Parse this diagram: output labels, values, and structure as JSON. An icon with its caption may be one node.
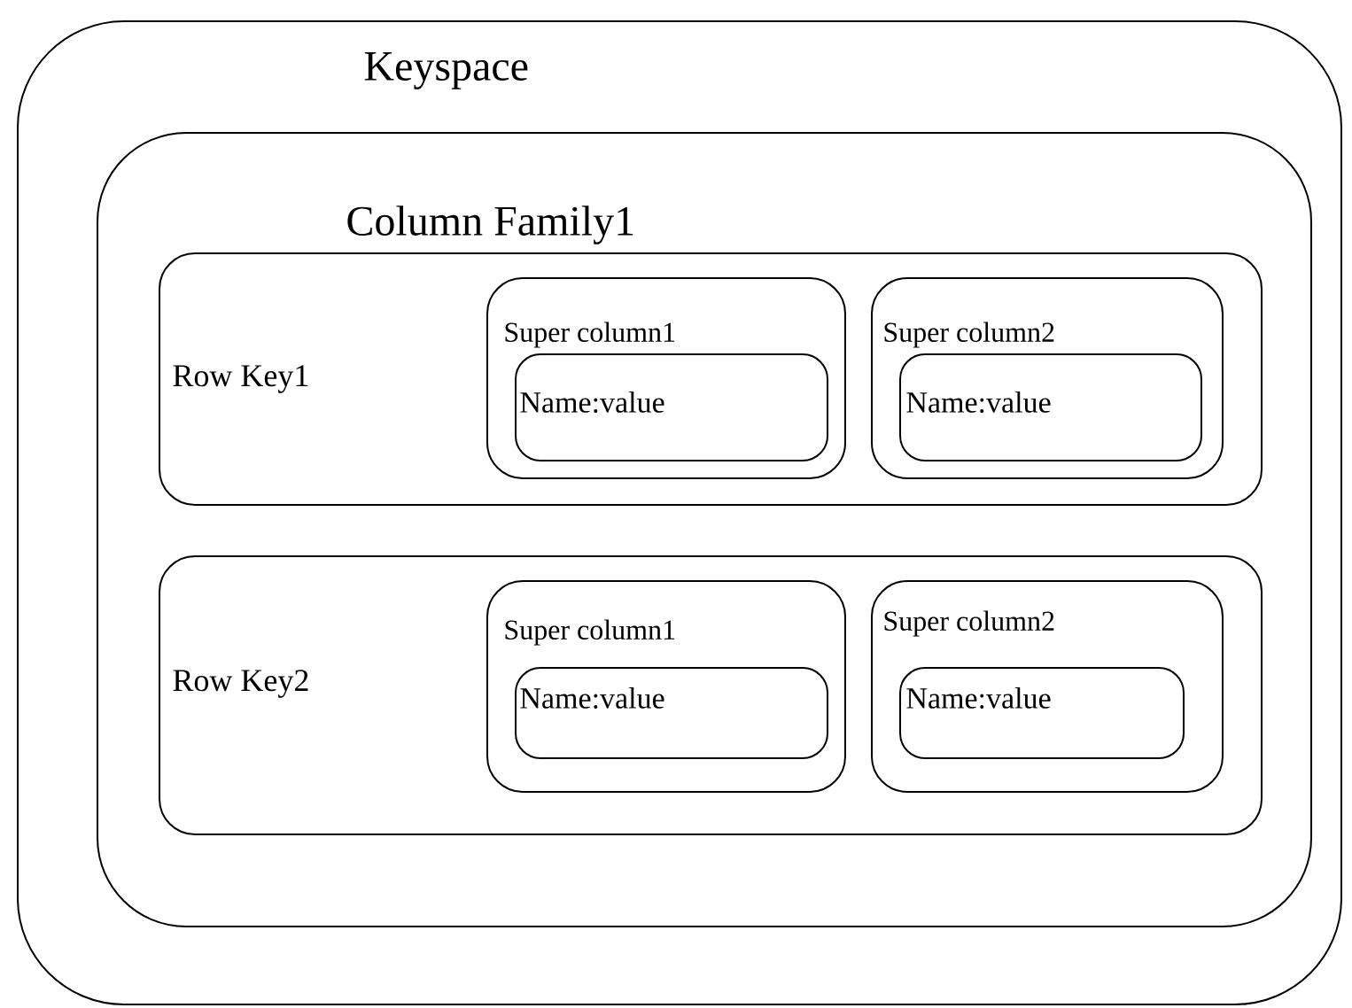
{
  "diagram": {
    "nodes": [
      {
        "text": [
          "Keyspace"
        ]
      },
      {
        "text": [
          "Column Family1"
        ],
        "in": 0
      },
      {
        "text": [
          "Row Key1"
        ],
        "in": 1
      },
      {
        "text": [
          "Super column1"
        ],
        "in": 2
      },
      {
        "text": [
          "Name:value"
        ],
        "in": 3
      },
      {
        "text": [
          "Super column2"
        ],
        "in": 2
      },
      {
        "text": [
          "Name:value"
        ],
        "in": 5
      },
      {
        "text": [
          "Row Key2"
        ],
        "in": 1
      },
      {
        "text": [
          "Super column1"
        ],
        "in": 7
      },
      {
        "text": [
          "Name:value"
        ],
        "in": 8
      },
      {
        "text": [
          "Super column2"
        ],
        "in": 7
      },
      {
        "text": [
          "Name:value"
        ],
        "in": 10
      }
    ]
  }
}
